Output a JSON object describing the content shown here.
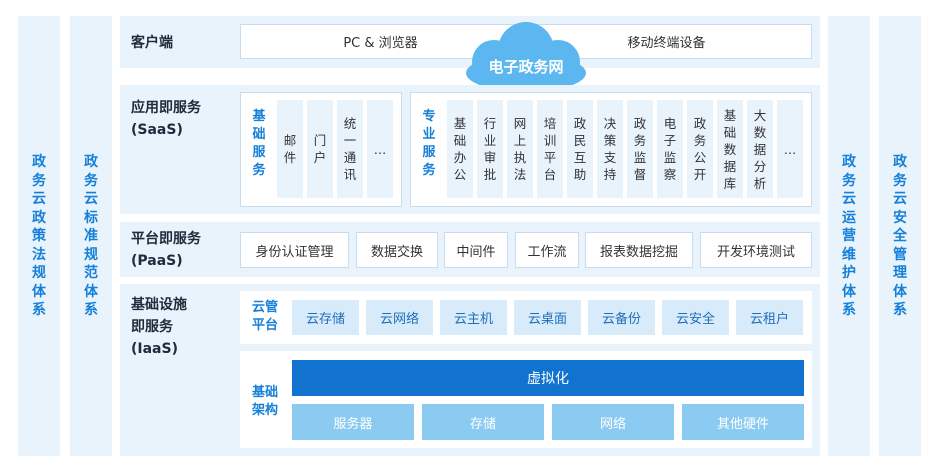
{
  "left_bars": [
    {
      "text": "政务云政策法规体系"
    },
    {
      "text": "政务云标准规范体系"
    }
  ],
  "right_bars": [
    {
      "text": "政务云运营维护体系"
    },
    {
      "text": "政务云安全管理体系"
    }
  ],
  "client": {
    "label": "客户端",
    "items": [
      "PC & 浏览器",
      "移动终端设备"
    ],
    "cloud": "电子政务网"
  },
  "saas": {
    "label_line1": "应用即服务",
    "label_line2": "(SaaS)",
    "basic_group": "基础服务",
    "basic_items": [
      "邮件",
      "门户",
      "统一通讯",
      "…"
    ],
    "pro_group": "专业服务",
    "pro_items": [
      "基础办公",
      "行业审批",
      "网上执法",
      "培训平台",
      "政民互助",
      "决策支持",
      "政务监督",
      "电子监察",
      "政务公开",
      "基础数据库",
      "大数据分析",
      "…"
    ]
  },
  "paas": {
    "label_line1": "平台即服务",
    "label_line2": "(PaaS)",
    "items": [
      "身份认证管理",
      "数据交换",
      "中间件",
      "工作流",
      "报表数据挖掘",
      "开发环境测试"
    ]
  },
  "iaas": {
    "label_line1": "基础设施",
    "label_line2": "即服务",
    "label_line3": "(IaaS)",
    "mgmt_label": "云管平台",
    "mgmt_items": [
      "云存储",
      "云网络",
      "云主机",
      "云桌面",
      "云备份",
      "云安全",
      "云租户"
    ],
    "infra_label": "基础架构",
    "virtualization": "虚拟化",
    "hardware": [
      "服务器",
      "存储",
      "网络",
      "其他硬件"
    ]
  },
  "colors": {
    "accent": "#1680d8",
    "panel": "#e9f3fc",
    "virtualization": "#1172cf",
    "hardware": "#8ccbf1",
    "cloud": "#5cb6f0"
  }
}
